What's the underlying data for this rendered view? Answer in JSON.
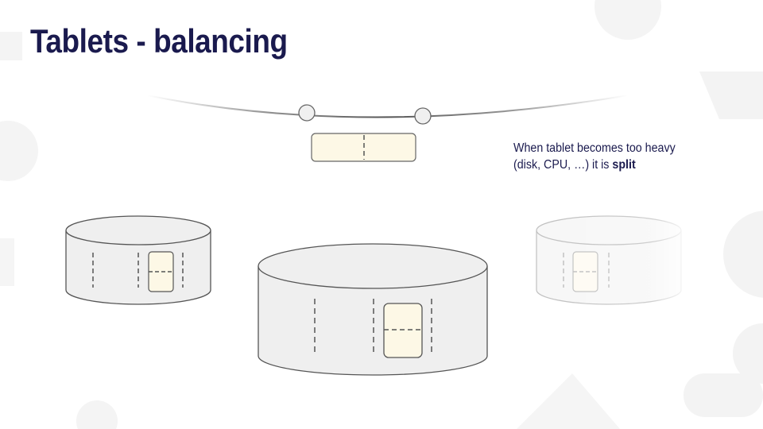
{
  "slide": {
    "title": "Tablets - balancing",
    "caption_main": "When tablet becomes too heavy (disk, CPU, …) it is ",
    "caption_emphasis": "split"
  },
  "colors": {
    "title": "#1a1a4e",
    "node_fill": "#efefef",
    "node_stroke": "#555555",
    "tablet_fill": "#fdf8e6",
    "decor": "#f3f3f3"
  },
  "icons": {
    "ring_token": "circle",
    "node": "cylinder",
    "tablet": "rounded-rect"
  }
}
